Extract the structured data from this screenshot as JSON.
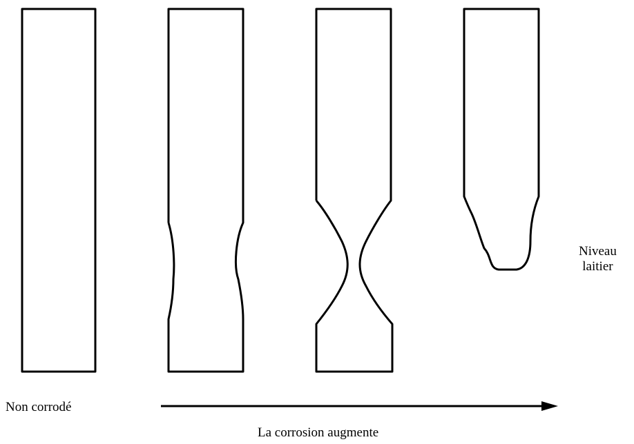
{
  "labels": {
    "non_corrode": "Non corrodé",
    "niveau_line1": "Niveau",
    "niveau_line2": "laitier",
    "corrosion_augmente": "La corrosion augmente"
  },
  "colors": {
    "stroke": "#000000",
    "background": "#ffffff"
  }
}
